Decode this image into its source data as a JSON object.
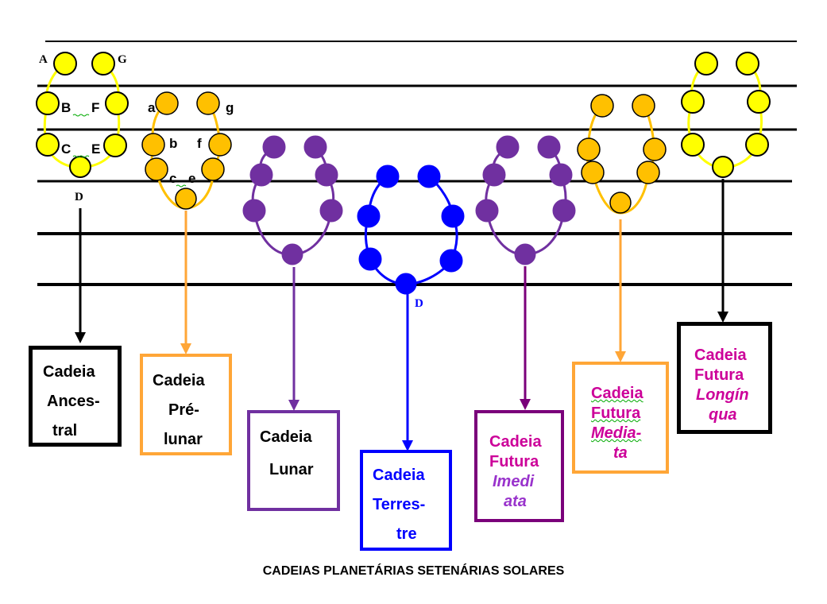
{
  "diagram": {
    "footer_title": "CADEIAS PLANETÁRIAS SETENÁRIAS SOLARES",
    "globe_labels": {
      "A": "A",
      "G": "G",
      "B": "B",
      "F": "F",
      "C": "C",
      "E": "E",
      "D1": "D",
      "a": "a",
      "g": "g",
      "b": "b",
      "f": "f",
      "c": "c",
      "e": "e",
      "D2": "D"
    },
    "boxes": [
      {
        "lines": [
          "Cadeia",
          "Ances-",
          "tral"
        ]
      },
      {
        "lines": [
          "Cadeia",
          "Pré-",
          "lunar"
        ]
      },
      {
        "lines": [
          "Cadeia",
          "Lunar"
        ]
      },
      {
        "lines": [
          "Cadeia",
          "Terres-",
          "tre"
        ]
      },
      {
        "lines": [
          "Cadeia",
          "Futura",
          "Imedi",
          "ata"
        ]
      },
      {
        "lines": [
          "Cadeia",
          "Futura",
          "Media-",
          "ta"
        ]
      },
      {
        "lines": [
          "Cadeia",
          "Futura",
          "Longín",
          "qua"
        ]
      }
    ],
    "colors": {
      "yellow_globe": "#ffff00",
      "orange_globe": "#ffc000",
      "orange_line": "#ffa637",
      "purple_globe": "#7030a0",
      "blue_globe": "#0000ff",
      "dark_purple": "#7a007a",
      "magenta_text": "#cc0099",
      "black": "#000000"
    }
  }
}
